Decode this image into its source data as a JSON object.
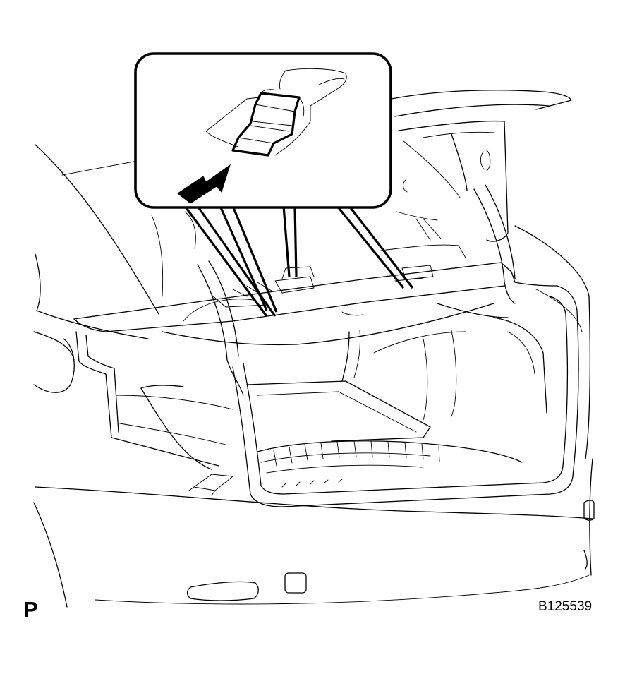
{
  "diagram": {
    "view_letter": "P",
    "figure_code": "B125539",
    "line_color": "#000000",
    "background_color": "#ffffff",
    "icons": [
      "direction-arrow-icon",
      "clip-detail-callout"
    ]
  }
}
